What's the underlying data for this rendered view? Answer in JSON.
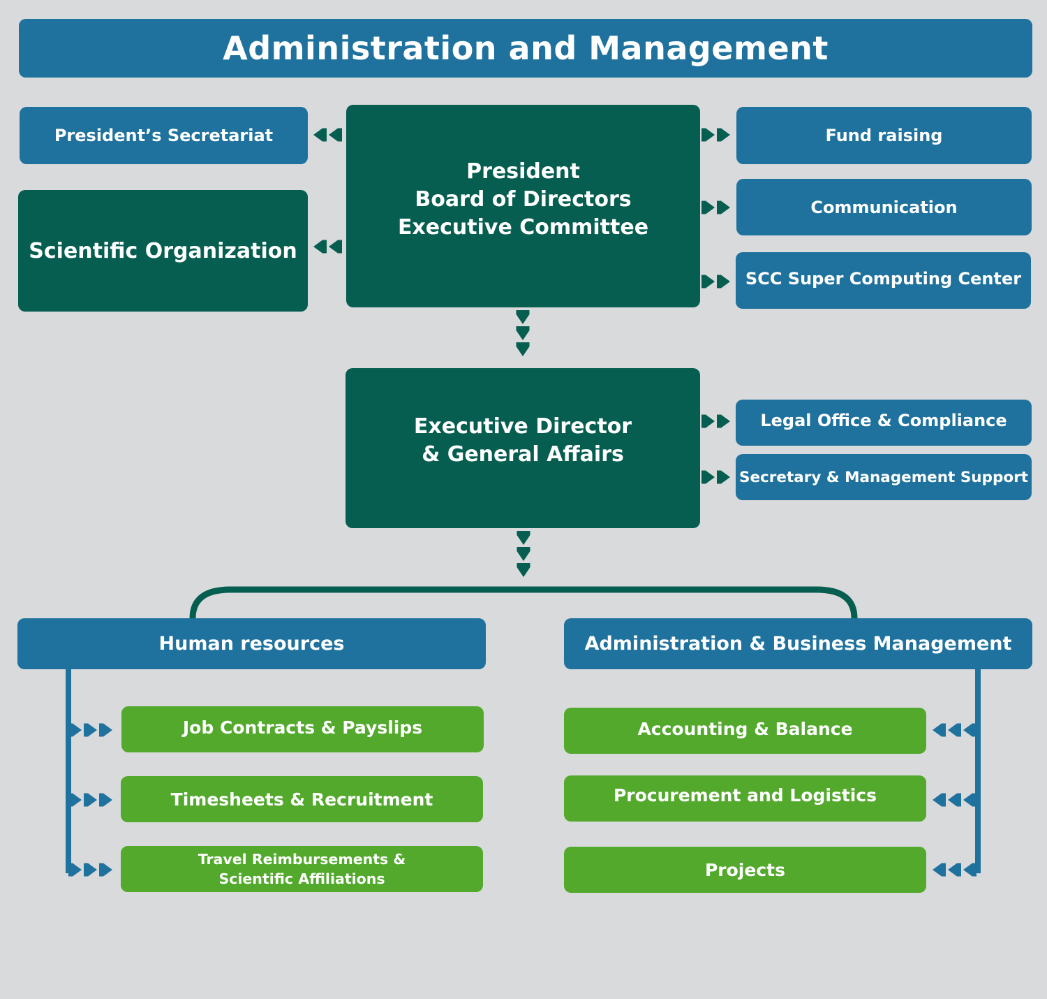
{
  "title": "Administration and Management",
  "top_left": {
    "presidents_secretariat": "President’s Secretariat",
    "scientific_organization": "Scientific Organization"
  },
  "president_box": {
    "line1": "President",
    "line2": "Board of Directors",
    "line3": "Executive Committee"
  },
  "top_right": {
    "fund_raising": "Fund raising",
    "communication": "Communication",
    "scc": "SCC Super Computing Center"
  },
  "executive_box": {
    "line1": "Executive Director",
    "line2": "& General Affairs"
  },
  "middle_right": {
    "legal": "Legal Office & Compliance",
    "secretary": "Secretary & Management Support"
  },
  "human_resources": {
    "title": "Human resources",
    "items": [
      "Job Contracts & Payslips",
      "Timesheets & Recruitment",
      "Travel Reimbursements &",
      "Scientific Affiliations"
    ]
  },
  "admin_business": {
    "title": "Administration & Business Management",
    "items": [
      "Accounting & Balance",
      "Procurement and Logistics",
      "Projects"
    ]
  },
  "colors": {
    "background": "#d9dadc",
    "blue": "#1f729d",
    "dark_green": "#065e50",
    "green": "#52a92c"
  }
}
